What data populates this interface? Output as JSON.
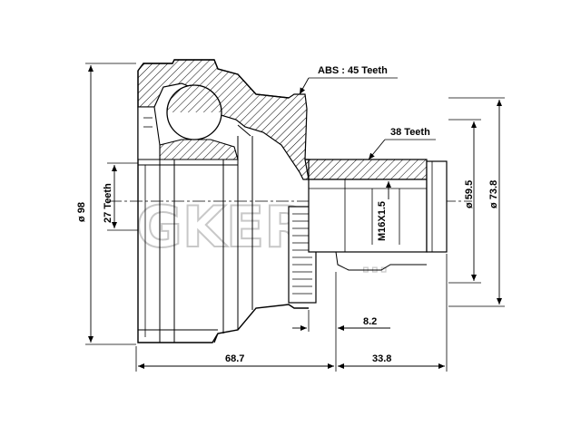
{
  "watermark": {
    "brand": "GKER",
    "brand_suffix": "...",
    "sub": "..."
  },
  "dimensions": {
    "overall_diameter": "ø 98",
    "inner_teeth": "27 Teeth",
    "stub_diameter_595": "ø 59.5",
    "stub_diameter_738": "ø 73.8",
    "body_length": "68.7",
    "stub_length": "33.8",
    "abs_offset": "8.2",
    "thread": "M16X1.5"
  },
  "notes": {
    "abs_teeth": "ABS : 45 Teeth",
    "spline_teeth": "38 Teeth"
  }
}
